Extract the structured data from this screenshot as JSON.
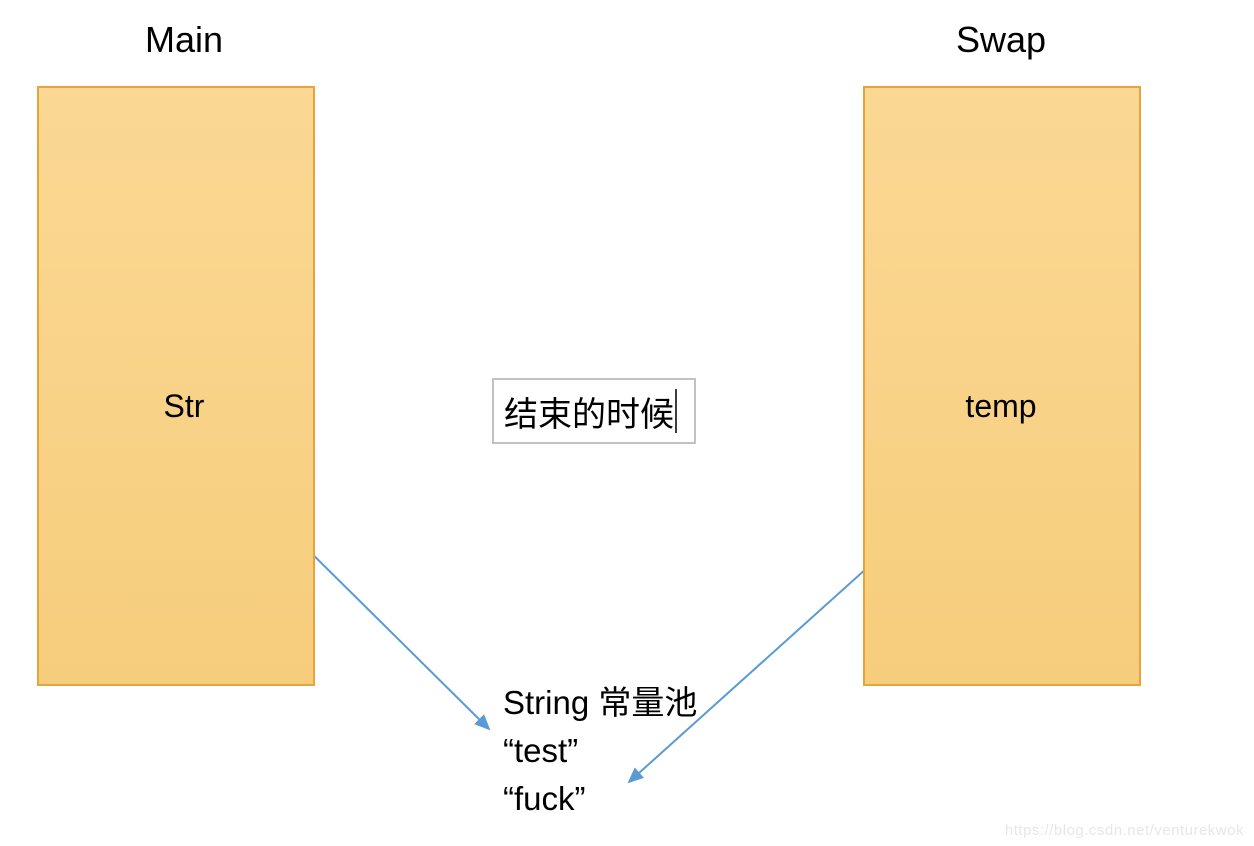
{
  "slide": {
    "frames": [
      {
        "id": "main",
        "title": "Main",
        "variable": "Str"
      },
      {
        "id": "swap",
        "title": "Swap",
        "variable": "temp"
      }
    ],
    "editing_textbox": {
      "value": "结束的时候"
    },
    "string_pool": {
      "title": "String 常量池",
      "items": [
        "“test”",
        "“fuck”"
      ]
    },
    "arrows": [
      {
        "name": "str-to-pool",
        "from": "Str",
        "to": "String 常量池"
      },
      {
        "name": "temp-to-pool",
        "from": "temp",
        "to": "String 常量池"
      }
    ],
    "watermark": "https://blog.csdn.net/venturekwok"
  },
  "colors": {
    "frame_fill_top": "#fbd893",
    "frame_fill_bottom": "#f6cd7c",
    "frame_border": "#e8a33d",
    "textbox_border": "#c2c2c2",
    "arrow": "#5b9bd5",
    "text": "#000000",
    "watermark": "#e7e7e7"
  }
}
